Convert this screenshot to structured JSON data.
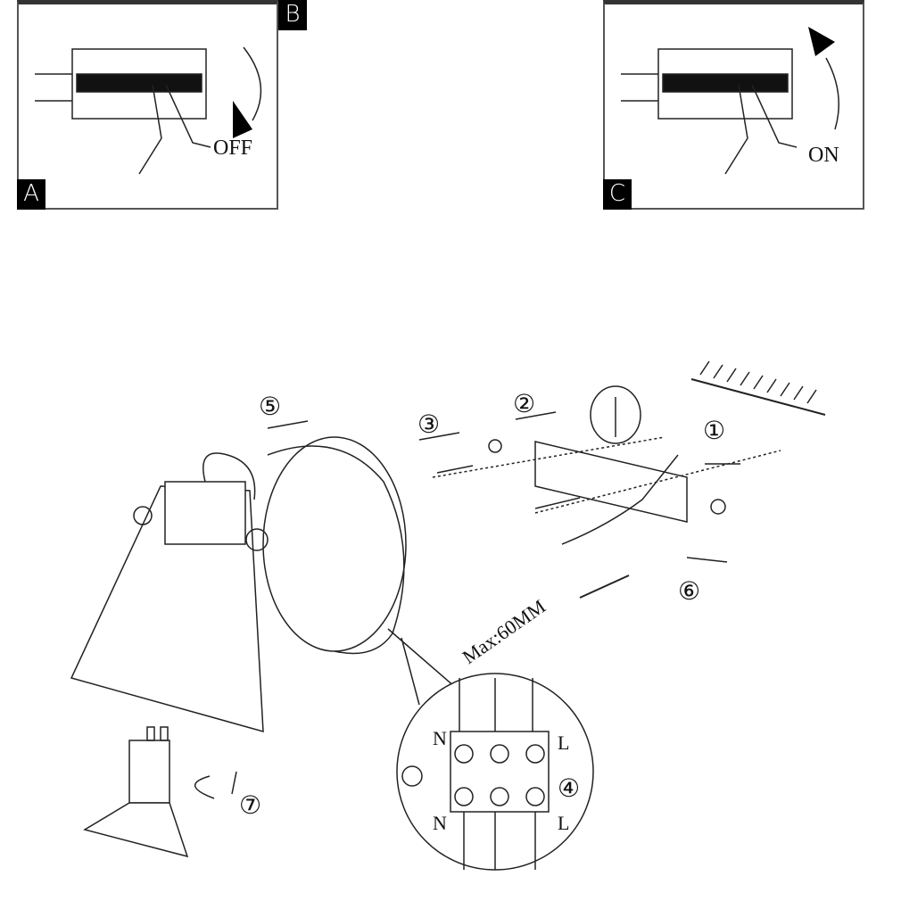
{
  "panels": [
    {
      "label": "A",
      "corner_label": "B",
      "action": "OFF"
    },
    {
      "label": "C",
      "action": "ON"
    }
  ],
  "steps": [
    "①",
    "②",
    "③",
    "④",
    "⑤",
    "⑥",
    "⑦"
  ],
  "dimension": "Max:60MM",
  "terminal": {
    "top_left": "N",
    "bottom_left": "N",
    "top_right": "L",
    "bottom_right": "L"
  }
}
